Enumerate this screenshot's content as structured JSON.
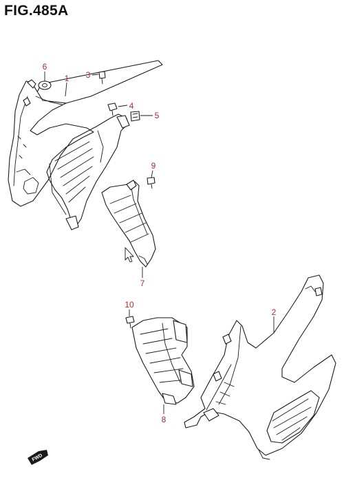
{
  "figure": {
    "title": "FIG.485A"
  },
  "callouts": [
    {
      "id": "1",
      "label": "1"
    },
    {
      "id": "2",
      "label": "2"
    },
    {
      "id": "3",
      "label": "3"
    },
    {
      "id": "4",
      "label": "4"
    },
    {
      "id": "5",
      "label": "5"
    },
    {
      "id": "6",
      "label": "6"
    },
    {
      "id": "7",
      "label": "7"
    },
    {
      "id": "8",
      "label": "8"
    },
    {
      "id": "9",
      "label": "9"
    },
    {
      "id": "10",
      "label": "10"
    }
  ],
  "fwd_badge": {
    "text": "FWD"
  },
  "colors": {
    "callout": "#b02a2a",
    "line": "#1a1a1a"
  }
}
